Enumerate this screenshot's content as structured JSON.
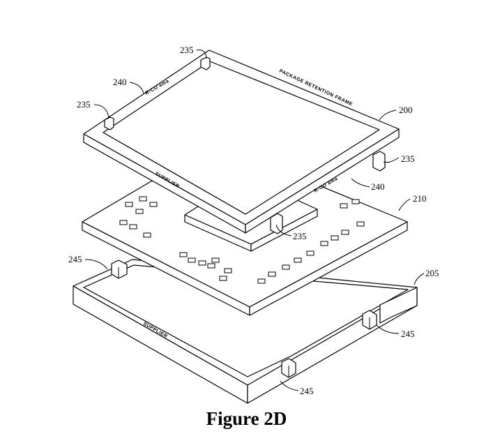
{
  "caption": "Figure 2D",
  "frame_200": {
    "ref": "200",
    "label_top": "PACKAGE RETENTION FRAME",
    "label_bottom": "SUPPLIER",
    "marking_left": "R-CO ama",
    "marking_right": "R-CO ama"
  },
  "package_210": {
    "ref": "210"
  },
  "frame_205": {
    "ref": "205",
    "label": "SUPPLIER"
  },
  "refs": {
    "r235_top": "235",
    "r240_left": "240",
    "r235_left": "235",
    "r235_right": "235",
    "r240_right": "240",
    "r235_bottom": "235",
    "r245_left": "245",
    "r245_right": "245",
    "r245_bottom": "245"
  }
}
